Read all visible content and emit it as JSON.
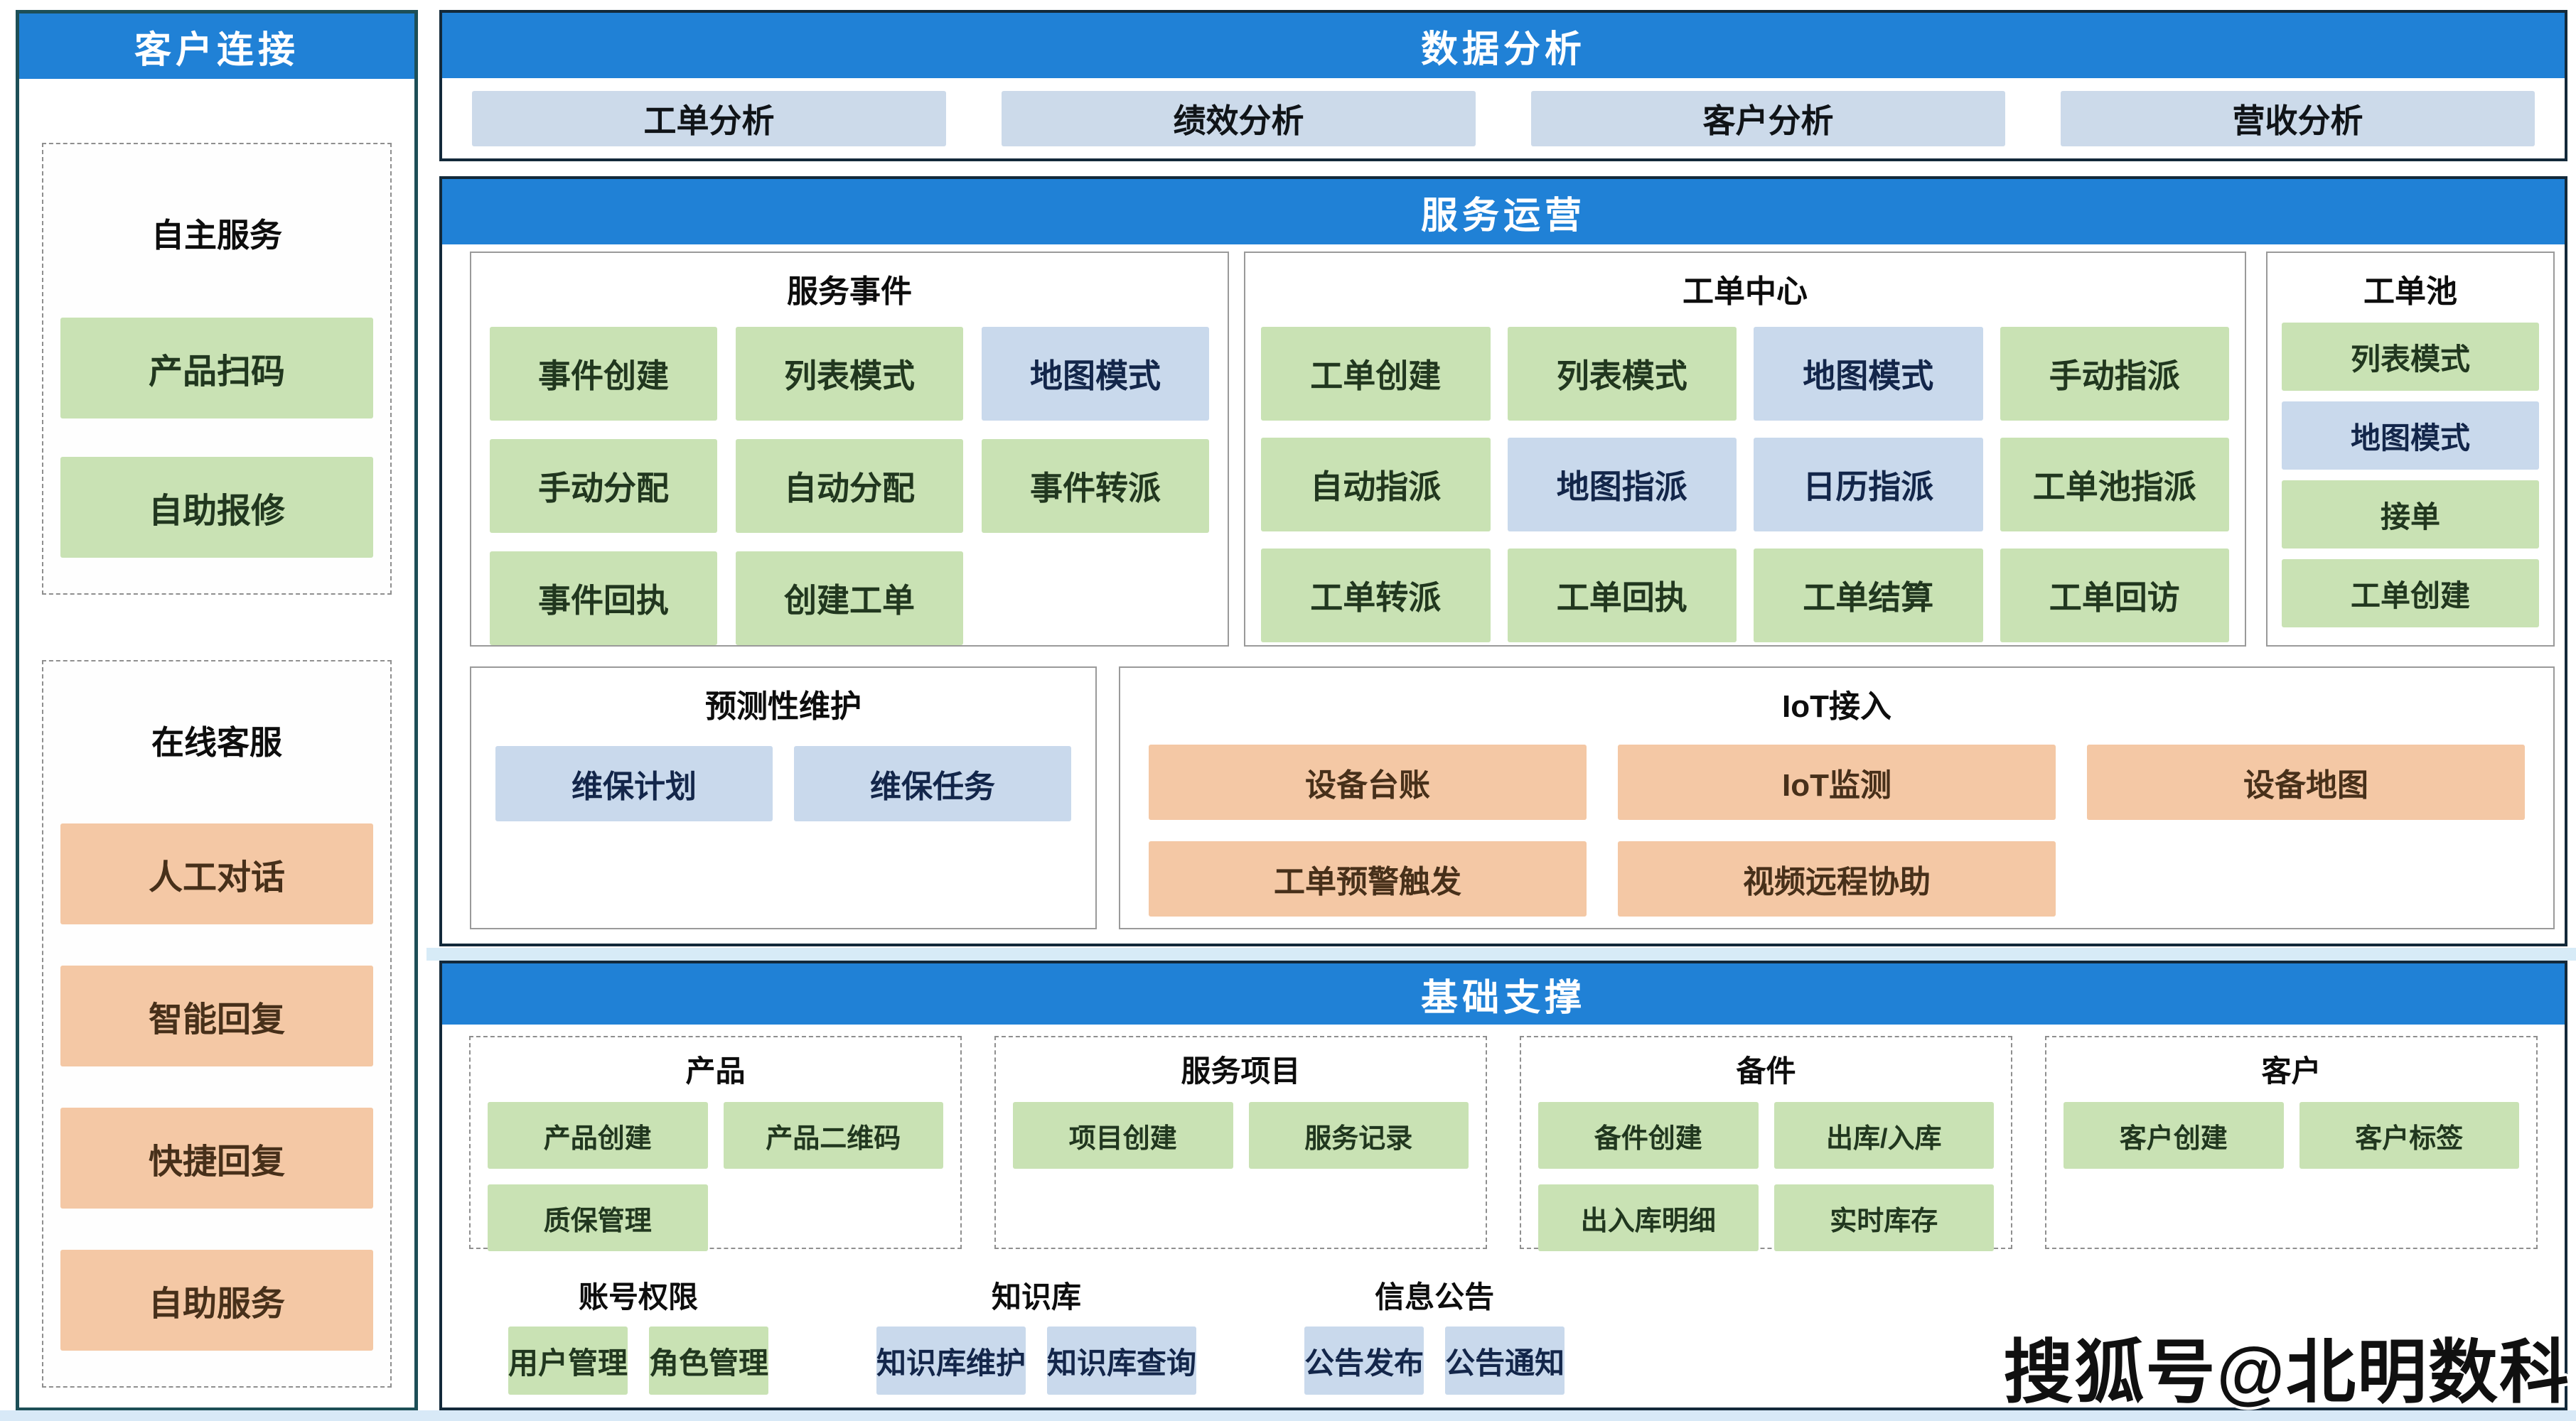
{
  "colors": {
    "header_blue": "#2081d6",
    "green_chip": "#c9e2b4",
    "blue_chip": "#c9d9ec",
    "orange_chip": "#f4c8a5",
    "analysis_chip": "#ccdaea",
    "sidebar_border": "#1d4f57"
  },
  "watermark": {
    "text": "搜狐号@北明数科"
  },
  "sidebar": {
    "header": "客户连接",
    "groups": [
      {
        "title": "自主服务",
        "buttons": [
          {
            "label": "产品扫码",
            "color": "green"
          },
          {
            "label": "自助报修",
            "color": "green"
          }
        ]
      },
      {
        "title": "在线客服",
        "buttons": [
          {
            "label": "人工对话",
            "color": "orange"
          },
          {
            "label": "智能回复",
            "color": "orange"
          },
          {
            "label": "快捷回复",
            "color": "orange"
          },
          {
            "label": "自助服务",
            "color": "orange"
          }
        ]
      }
    ]
  },
  "analysis": {
    "header": "数据分析",
    "buttons": [
      {
        "label": "工单分析"
      },
      {
        "label": "绩效分析"
      },
      {
        "label": "客户分析"
      },
      {
        "label": "营收分析"
      }
    ]
  },
  "service_ops": {
    "header": "服务运营",
    "service_events": {
      "title": "服务事件",
      "buttons": [
        {
          "label": "事件创建",
          "color": "green"
        },
        {
          "label": "列表模式",
          "color": "green"
        },
        {
          "label": "地图模式",
          "color": "blue"
        },
        {
          "label": "手动分配",
          "color": "green"
        },
        {
          "label": "自动分配",
          "color": "green"
        },
        {
          "label": "事件转派",
          "color": "green"
        },
        {
          "label": "事件回执",
          "color": "green"
        },
        {
          "label": "创建工单",
          "color": "green"
        }
      ]
    },
    "work_order_center": {
      "title": "工单中心",
      "buttons": [
        {
          "label": "工单创建",
          "color": "green"
        },
        {
          "label": "列表模式",
          "color": "green"
        },
        {
          "label": "地图模式",
          "color": "blue"
        },
        {
          "label": "手动指派",
          "color": "green"
        },
        {
          "label": "自动指派",
          "color": "green"
        },
        {
          "label": "地图指派",
          "color": "blue"
        },
        {
          "label": "日历指派",
          "color": "blue"
        },
        {
          "label": "工单池指派",
          "color": "green"
        },
        {
          "label": "工单转派",
          "color": "green"
        },
        {
          "label": "工单回执",
          "color": "green"
        },
        {
          "label": "工单结算",
          "color": "green"
        },
        {
          "label": "工单回访",
          "color": "green"
        }
      ]
    },
    "work_order_pool": {
      "title": "工单池",
      "buttons": [
        {
          "label": "列表模式",
          "color": "green"
        },
        {
          "label": "地图模式",
          "color": "blue"
        },
        {
          "label": "接单",
          "color": "green"
        },
        {
          "label": "工单创建",
          "color": "green"
        }
      ]
    },
    "predictive_maintenance": {
      "title": "预测性维护",
      "buttons": [
        {
          "label": "维保计划",
          "color": "blue"
        },
        {
          "label": "维保任务",
          "color": "blue"
        }
      ]
    },
    "iot_access": {
      "title": "IoT接入",
      "buttons": [
        {
          "label": "设备台账",
          "color": "orange"
        },
        {
          "label": "IoT监测",
          "color": "orange"
        },
        {
          "label": "设备地图",
          "color": "orange"
        },
        {
          "label": "工单预警触发",
          "color": "orange"
        },
        {
          "label": "视频远程协助",
          "color": "orange"
        }
      ]
    }
  },
  "basic_support": {
    "header": "基础支撑",
    "product": {
      "title": "产品",
      "buttons": [
        {
          "label": "产品创建",
          "color": "green"
        },
        {
          "label": "产品二维码",
          "color": "green"
        },
        {
          "label": "质保管理",
          "color": "green"
        }
      ]
    },
    "service_items": {
      "title": "服务项目",
      "buttons": [
        {
          "label": "项目创建",
          "color": "green"
        },
        {
          "label": "服务记录",
          "color": "green"
        }
      ]
    },
    "spare_parts": {
      "title": "备件",
      "buttons": [
        {
          "label": "备件创建",
          "color": "green"
        },
        {
          "label": "出库/入库",
          "color": "green"
        },
        {
          "label": "出入库明细",
          "color": "green"
        },
        {
          "label": "实时库存",
          "color": "green"
        }
      ]
    },
    "customer": {
      "title": "客户",
      "buttons": [
        {
          "label": "客户创建",
          "color": "green"
        },
        {
          "label": "客户标签",
          "color": "green"
        }
      ]
    },
    "account_perms": {
      "title": "账号权限",
      "buttons": [
        {
          "label": "用户管理",
          "color": "green"
        },
        {
          "label": "角色管理",
          "color": "green"
        }
      ]
    },
    "knowledge_base": {
      "title": "知识库",
      "buttons": [
        {
          "label": "知识库维护",
          "color": "blue"
        },
        {
          "label": "知识库查询",
          "color": "blue"
        }
      ]
    },
    "announcements": {
      "title": "信息公告",
      "buttons": [
        {
          "label": "公告发布",
          "color": "blue"
        },
        {
          "label": "公告通知",
          "color": "blue"
        }
      ]
    }
  }
}
